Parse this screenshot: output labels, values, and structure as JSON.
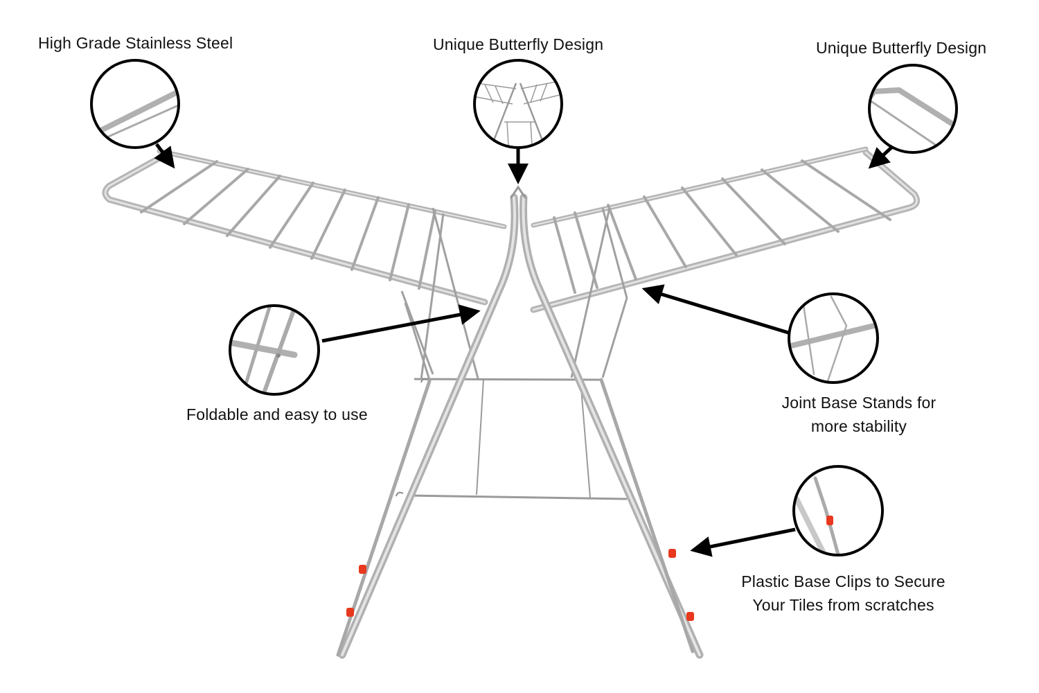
{
  "product": "Butterfly clothes drying stand",
  "callouts": [
    {
      "id": "stainless-steel",
      "lines": [
        "High Grade Stainless Steel"
      ],
      "detail": "frame-corner"
    },
    {
      "id": "butterfly-center",
      "lines": [
        "Unique Butterfly Design"
      ],
      "detail": "stand-overview"
    },
    {
      "id": "butterfly-right",
      "lines": [
        "Unique Butterfly Design"
      ],
      "detail": "wing-corner"
    },
    {
      "id": "foldable",
      "lines": [
        "Foldable and easy to use"
      ],
      "detail": "hinge-joint"
    },
    {
      "id": "joint-base",
      "lines": [
        "Joint Base Stands for",
        "more stability"
      ],
      "detail": "cross-brace"
    },
    {
      "id": "base-clips",
      "lines": [
        "Plastic Base Clips to Secure",
        "Your Tiles from scratches"
      ],
      "detail": "leg-clip"
    }
  ],
  "colors": {
    "background": "#ffffff",
    "text": "#111111",
    "callout_ring": "#000000",
    "arrow": "#000000",
    "steel_light": "#e6e6e6",
    "steel_mid": "#b9b9b9",
    "steel_dark": "#8a8a8a",
    "clip": "#e8381e"
  }
}
